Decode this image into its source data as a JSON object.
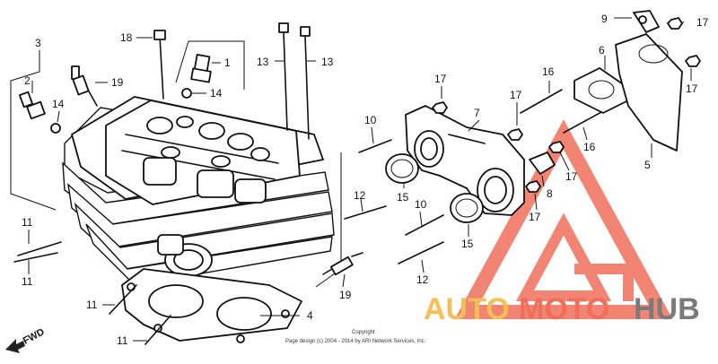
{
  "callouts": {
    "c1": "1",
    "c2": "2",
    "c3": "3",
    "c4": "4",
    "c5": "5",
    "c6": "6",
    "c7": "7",
    "c8": "8",
    "c9": "9",
    "c10a": "10",
    "c10b": "10",
    "c11a": "11",
    "c11b": "11",
    "c11c": "11",
    "c11d": "11",
    "c12a": "12",
    "c12b": "12",
    "c13a": "13",
    "c13b": "13",
    "c14a": "14",
    "c14b": "14",
    "c15a": "15",
    "c15b": "15",
    "c16a": "16",
    "c16b": "16",
    "c17a": "17",
    "c17b": "17",
    "c17c": "17",
    "c17d": "17",
    "c17e": "17",
    "c17f": "17",
    "c18": "18",
    "c19a": "19",
    "c19b": "19"
  },
  "direction_label": "FWD",
  "copyright": {
    "line1": "Copyright",
    "line2": "Page design (c) 2004 - 2014 by ARI Network Services, Inc."
  },
  "watermark": {
    "part1": "AUTO",
    "part2": "MOTO",
    "part3": "HUB",
    "colors": {
      "auto": "#f4bf55",
      "moto": "#ef6f5a",
      "hub": "#7b7b7b"
    }
  }
}
